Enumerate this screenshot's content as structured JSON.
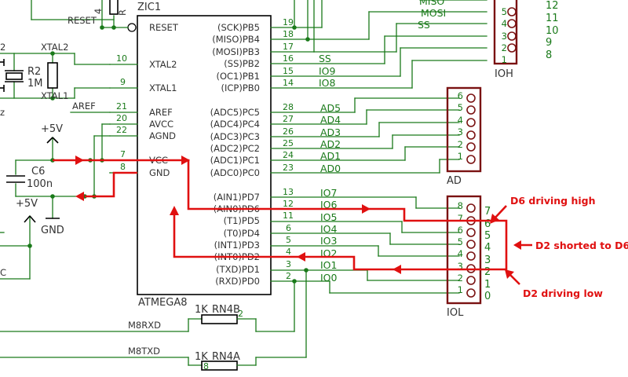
{
  "chip": {
    "name": "ZIC1",
    "part": "ATMEGA8",
    "left_pins": [
      {
        "num": "",
        "label": "RESET"
      },
      {
        "num": "10",
        "label": "XTAL2"
      },
      {
        "num": "9",
        "label": "XTAL1"
      },
      {
        "num": "21",
        "label": "AREF"
      },
      {
        "num": "20",
        "label": "AVCC"
      },
      {
        "num": "22",
        "label": "AGND"
      },
      {
        "num": "7",
        "label": "VCC"
      },
      {
        "num": "8",
        "label": "GND"
      }
    ],
    "right_pins": [
      {
        "num": "19",
        "label": "(SCK)PB5"
      },
      {
        "num": "18",
        "label": "(MISO)PB4"
      },
      {
        "num": "17",
        "label": "(MOSI)PB3"
      },
      {
        "num": "16",
        "label": "(SS)PB2"
      },
      {
        "num": "15",
        "label": "(OC1)PB1"
      },
      {
        "num": "14",
        "label": "(ICP)PB0"
      },
      {
        "num": "28",
        "label": "(ADC5)PC5"
      },
      {
        "num": "27",
        "label": "(ADC4)PC4"
      },
      {
        "num": "26",
        "label": "(ADC3)PC3"
      },
      {
        "num": "25",
        "label": "(ADC2)PC2"
      },
      {
        "num": "24",
        "label": "(ADC1)PC1"
      },
      {
        "num": "23",
        "label": "(ADC0)PC0"
      },
      {
        "num": "13",
        "label": "(AIN1)PD7"
      },
      {
        "num": "12",
        "label": "(AIN0)PD6"
      },
      {
        "num": "11",
        "label": "(T1)PD5"
      },
      {
        "num": "6",
        "label": "(T0)PD4"
      },
      {
        "num": "5",
        "label": "(INT1)PD3"
      },
      {
        "num": "4",
        "label": "(INT0)PD2"
      },
      {
        "num": "3",
        "label": "(TXD)PD1"
      },
      {
        "num": "2",
        "label": "(RXD)PD0"
      }
    ]
  },
  "nets": {
    "pb": [
      "SS",
      "IO9",
      "IO8"
    ],
    "pc": [
      "AD5",
      "AD4",
      "AD3",
      "AD2",
      "AD1",
      "AD0"
    ],
    "pd": [
      "IO7",
      "IO6",
      "IO5",
      "IO4",
      "IO3",
      "IO2",
      "IO1",
      "IO0"
    ],
    "top": [
      "MISO",
      "MOSI",
      "SS"
    ],
    "reset": "RESET",
    "xtal2": "XTAL2",
    "xtal1": "XTAL1",
    "aref": "AREF",
    "m8rxd": "M8RXD",
    "m8txd": "M8TXD",
    "c_frag": "C",
    "z_frag": "z",
    "f2_frag": "2"
  },
  "headers": {
    "ioh": {
      "name": "IOH",
      "pins": [
        "5",
        "4",
        "3",
        "2",
        "1"
      ],
      "labels": [
        "12",
        "11",
        "10",
        "9",
        "8"
      ]
    },
    "ad": {
      "name": "AD",
      "pins": [
        "6",
        "5",
        "4",
        "3",
        "2",
        "1"
      ]
    },
    "iol": {
      "name": "IOL",
      "pins": [
        "8",
        "7",
        "6",
        "5",
        "4",
        "3",
        "2",
        "1"
      ],
      "labels": [
        "7",
        "6",
        "5",
        "4",
        "3",
        "2",
        "1",
        "0"
      ]
    }
  },
  "components": {
    "r2": {
      "name": "R2",
      "value": "1M"
    },
    "c6": {
      "name": "C6",
      "value": "100n"
    },
    "rn4b": {
      "value": "1K",
      "name": "RN4B",
      "pin": "2"
    },
    "rn4a": {
      "value": "1K",
      "name": "RN4A",
      "pin": "8"
    },
    "vcc1": "+5V",
    "vcc2": "+5V",
    "gnd": "GND",
    "r_frag": "R",
    "r_frag_num": "4"
  },
  "annotations": {
    "d6": "D6 driving high",
    "short": "D2 shorted to D6",
    "d2": "D2 driving low"
  },
  "colors": {
    "wire": "#1a7a1a",
    "part": "#000000",
    "header": "#7a1212",
    "annotation": "#e01010"
  }
}
